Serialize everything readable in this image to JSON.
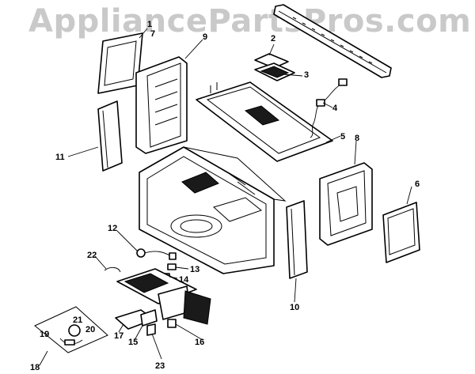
{
  "watermark": "AppliancePartsPros.com",
  "callouts": [
    "1",
    "2",
    "3",
    "4",
    "5",
    "6",
    "7",
    "8",
    "9",
    "10",
    "11",
    "12",
    "13",
    "14",
    "15",
    "16",
    "17",
    "18",
    "19",
    "20",
    "21",
    "22",
    "23"
  ]
}
